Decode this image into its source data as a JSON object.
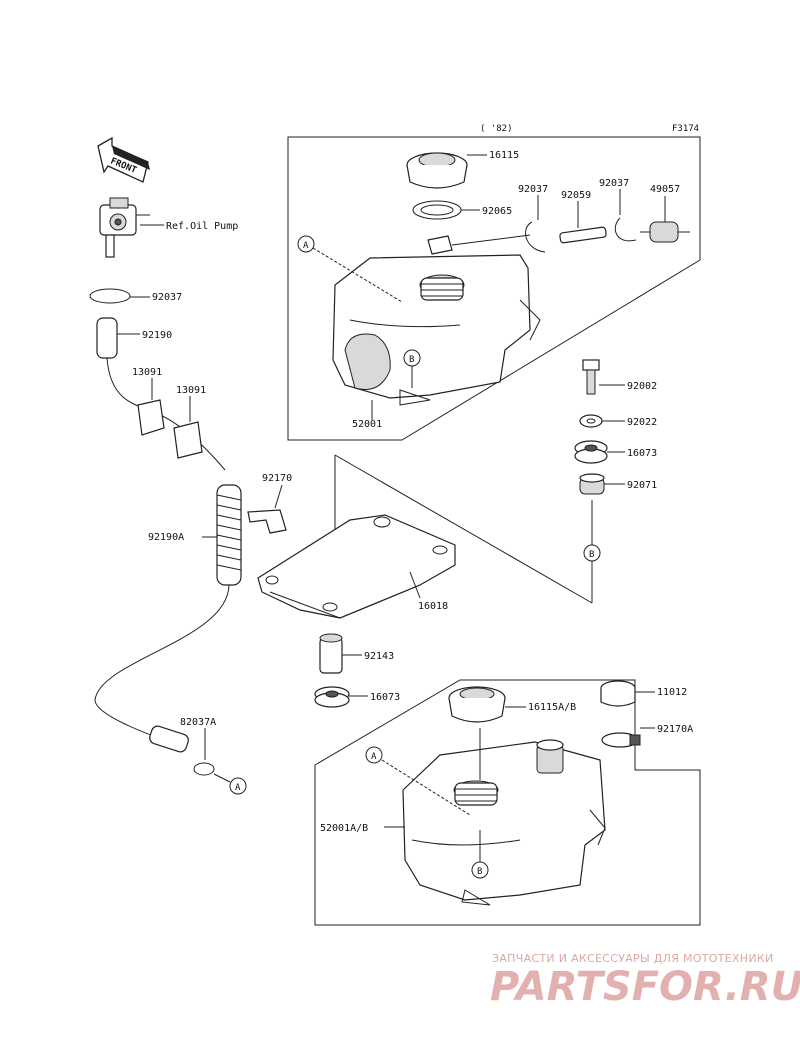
{
  "header": {
    "year_note": "( '82)",
    "figure_code": "F3174"
  },
  "front_label": "FRONT",
  "callouts": {
    "A": "A",
    "B": "B"
  },
  "parts": {
    "p16115": "16115",
    "p92065": "92065",
    "p92037_a": "92037",
    "p92059": "92059",
    "p92037_b": "92037",
    "p49057": "49057",
    "p52001": "52001",
    "oil_pump_ref": "Ref.Oil Pump",
    "p92037_c": "92037",
    "p92190": "92190",
    "p13091_a": "13091",
    "p13091_b": "13091",
    "p92170": "92170",
    "p92190A": "92190A",
    "p92002": "92002",
    "p92022": "92022",
    "p16073_a": "16073",
    "p92071": "92071",
    "p16018": "16018",
    "p92143": "92143",
    "p16073_b": "16073",
    "p82037A": "82037A",
    "p16115AB": "16115A/B",
    "p11012": "11012",
    "p92170A": "92170A",
    "p52001AB": "52001A/B"
  },
  "watermark": {
    "line1": "ЗАПЧАСТИ И АКСЕССУАРЫ ДЛЯ МОТОТЕХНИКИ",
    "line2": "PARTSFOR.RU"
  }
}
